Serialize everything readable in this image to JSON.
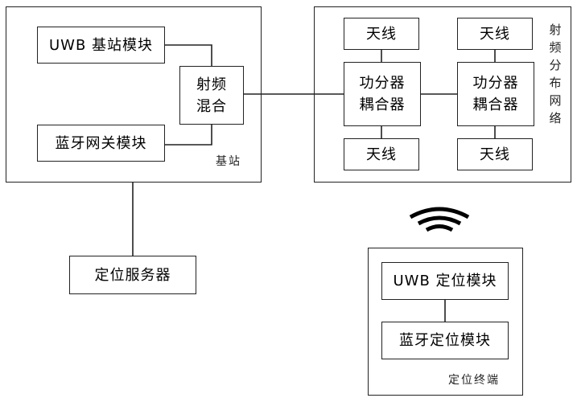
{
  "base_station": {
    "caption": "基站",
    "uwb_module": "UWB 基站模块",
    "bluetooth_gateway": "蓝牙网关模块",
    "rf_mixer": "射频\n混合"
  },
  "rf_network": {
    "caption": "射频分布网络",
    "antennas": [
      "天线",
      "天线",
      "天线",
      "天线"
    ],
    "couplers": [
      "功分器\n耦合器",
      "功分器\n耦合器"
    ]
  },
  "server": {
    "label": "定位服务器"
  },
  "terminal": {
    "caption": "定位终端",
    "uwb_module": "UWB 定位模块",
    "bluetooth_module": "蓝牙定位模块"
  }
}
